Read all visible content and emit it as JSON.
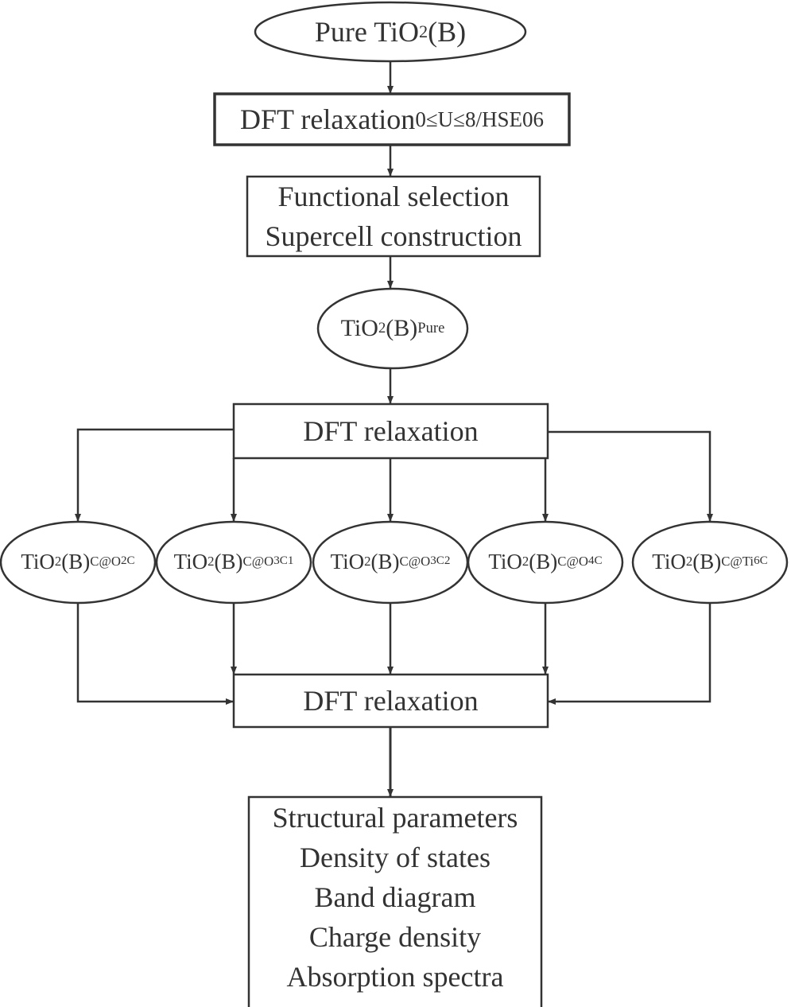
{
  "nodes": {
    "start": [
      {
        "t": "Pure TiO",
        "s": 0
      },
      {
        "t": "2",
        "s": 1
      },
      {
        "t": "(B)",
        "s": 0
      }
    ],
    "relax1": [
      {
        "t": "DFT relaxation ",
        "s": 0
      },
      {
        "t": "0≤U≤8/HSE06",
        "s": 2
      }
    ],
    "setup_lines": [
      "Functional selection",
      "Supercell construction"
    ],
    "pure": [
      {
        "t": "TiO",
        "s": 0
      },
      {
        "t": "2",
        "s": 1
      },
      {
        "t": "(B)",
        "s": 0
      },
      {
        "t": "Pure",
        "s": 1
      }
    ],
    "relax2": [
      {
        "t": "DFT relaxation",
        "s": 0
      }
    ],
    "doped": [
      [
        {
          "t": "TiO",
          "s": 0
        },
        {
          "t": "2",
          "s": 1
        },
        {
          "t": "(B)",
          "s": 0
        },
        {
          "t": "C@O",
          "s": 1
        },
        {
          "t": "2C",
          "s": 3
        }
      ],
      [
        {
          "t": "TiO",
          "s": 0
        },
        {
          "t": "2",
          "s": 1
        },
        {
          "t": "(B)",
          "s": 0
        },
        {
          "t": "C@O",
          "s": 1
        },
        {
          "t": "3C1",
          "s": 3
        }
      ],
      [
        {
          "t": "TiO",
          "s": 0
        },
        {
          "t": "2",
          "s": 1
        },
        {
          "t": "(B)",
          "s": 0
        },
        {
          "t": "C@O",
          "s": 1
        },
        {
          "t": "3C2",
          "s": 3
        }
      ],
      [
        {
          "t": "TiO",
          "s": 0
        },
        {
          "t": "2",
          "s": 1
        },
        {
          "t": "(B)",
          "s": 0
        },
        {
          "t": "C@O",
          "s": 1
        },
        {
          "t": "4C",
          "s": 3
        }
      ],
      [
        {
          "t": "TiO",
          "s": 0
        },
        {
          "t": "2",
          "s": 1
        },
        {
          "t": "(B)",
          "s": 0
        },
        {
          "t": "C@Ti",
          "s": 1
        },
        {
          "t": "6C",
          "s": 3
        }
      ]
    ],
    "relax3": [
      {
        "t": "DFT relaxation",
        "s": 0
      }
    ],
    "outputs": [
      "Structural parameters",
      "Density of states",
      "Band diagram",
      "Charge density",
      "Absorption spectra"
    ]
  }
}
